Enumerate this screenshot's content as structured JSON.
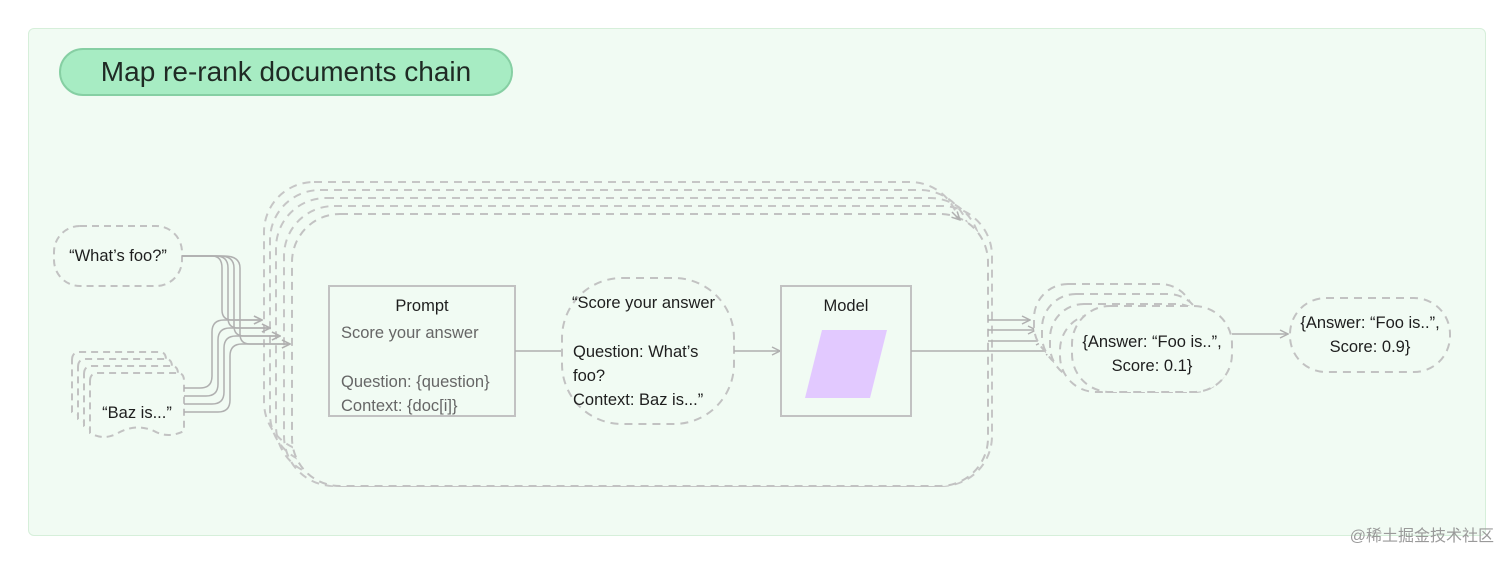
{
  "diagram": {
    "title": "Map re-rank documents chain",
    "question_node": "“What’s foo?”",
    "docs_node": "“Baz is...”",
    "prompt": {
      "title": "Prompt",
      "line1": "Score your answer",
      "line2": "Question: {question}",
      "line3": "Context: {doc[i]}"
    },
    "filled_prompt": {
      "line1": "“Score your answer",
      "line2": "Question: What’s",
      "line3": "foo?",
      "line4": "Context: Baz is...”"
    },
    "model": {
      "title": "Model"
    },
    "answer_stack": {
      "line1": "{Answer: “Foo is..”,",
      "line2": "Score: 0.1}"
    },
    "final_answer": {
      "line1": "{Answer: “Foo is..”,",
      "line2": "Score: 0.9}"
    }
  },
  "watermark": "@稀土掘金技术社区",
  "colors": {
    "panel_bg": "#f1fbf3",
    "title_pill": "#a7ecc3",
    "model_shape": "#e2c9ff",
    "dash": "#c2c2c2",
    "arrow": "#b0b0b0"
  }
}
